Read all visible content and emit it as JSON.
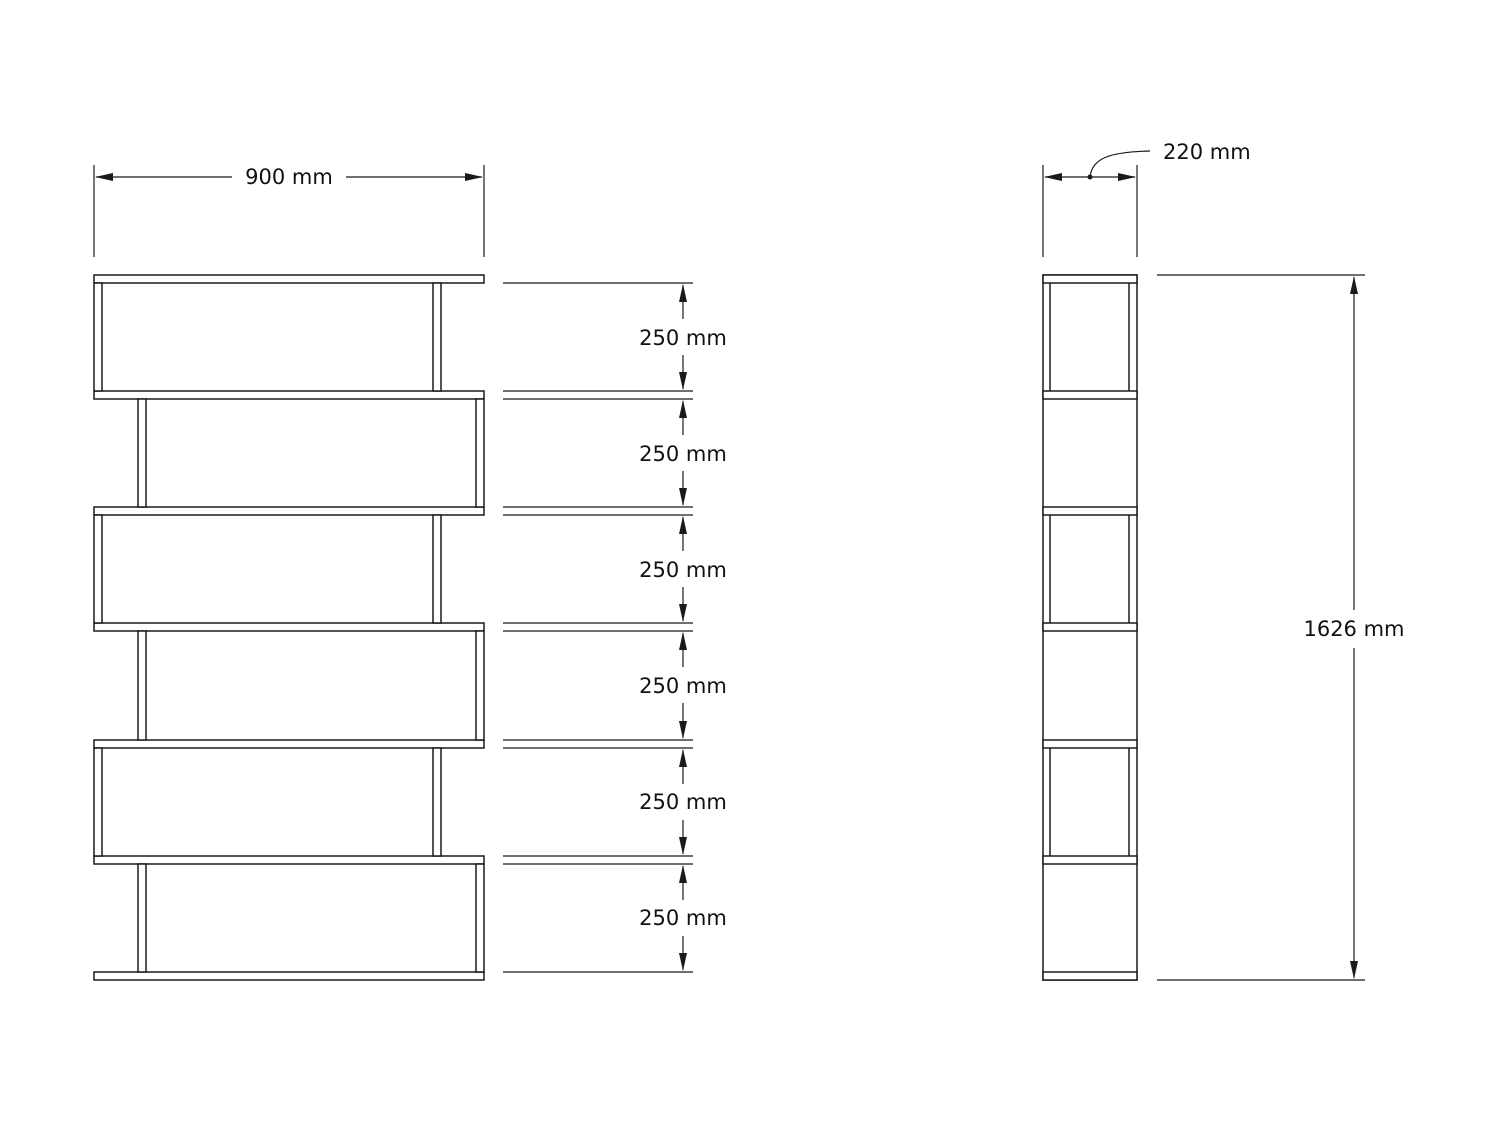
{
  "drawing": {
    "width_label": "900 mm",
    "depth_label": "220 mm",
    "height_label": "1626 mm",
    "shelf_gap_labels": [
      "250 mm",
      "250 mm",
      "250 mm",
      "250 mm",
      "250 mm",
      "250 mm"
    ]
  },
  "colors": {
    "line": "#1a1a1a",
    "background": "#ffffff"
  }
}
